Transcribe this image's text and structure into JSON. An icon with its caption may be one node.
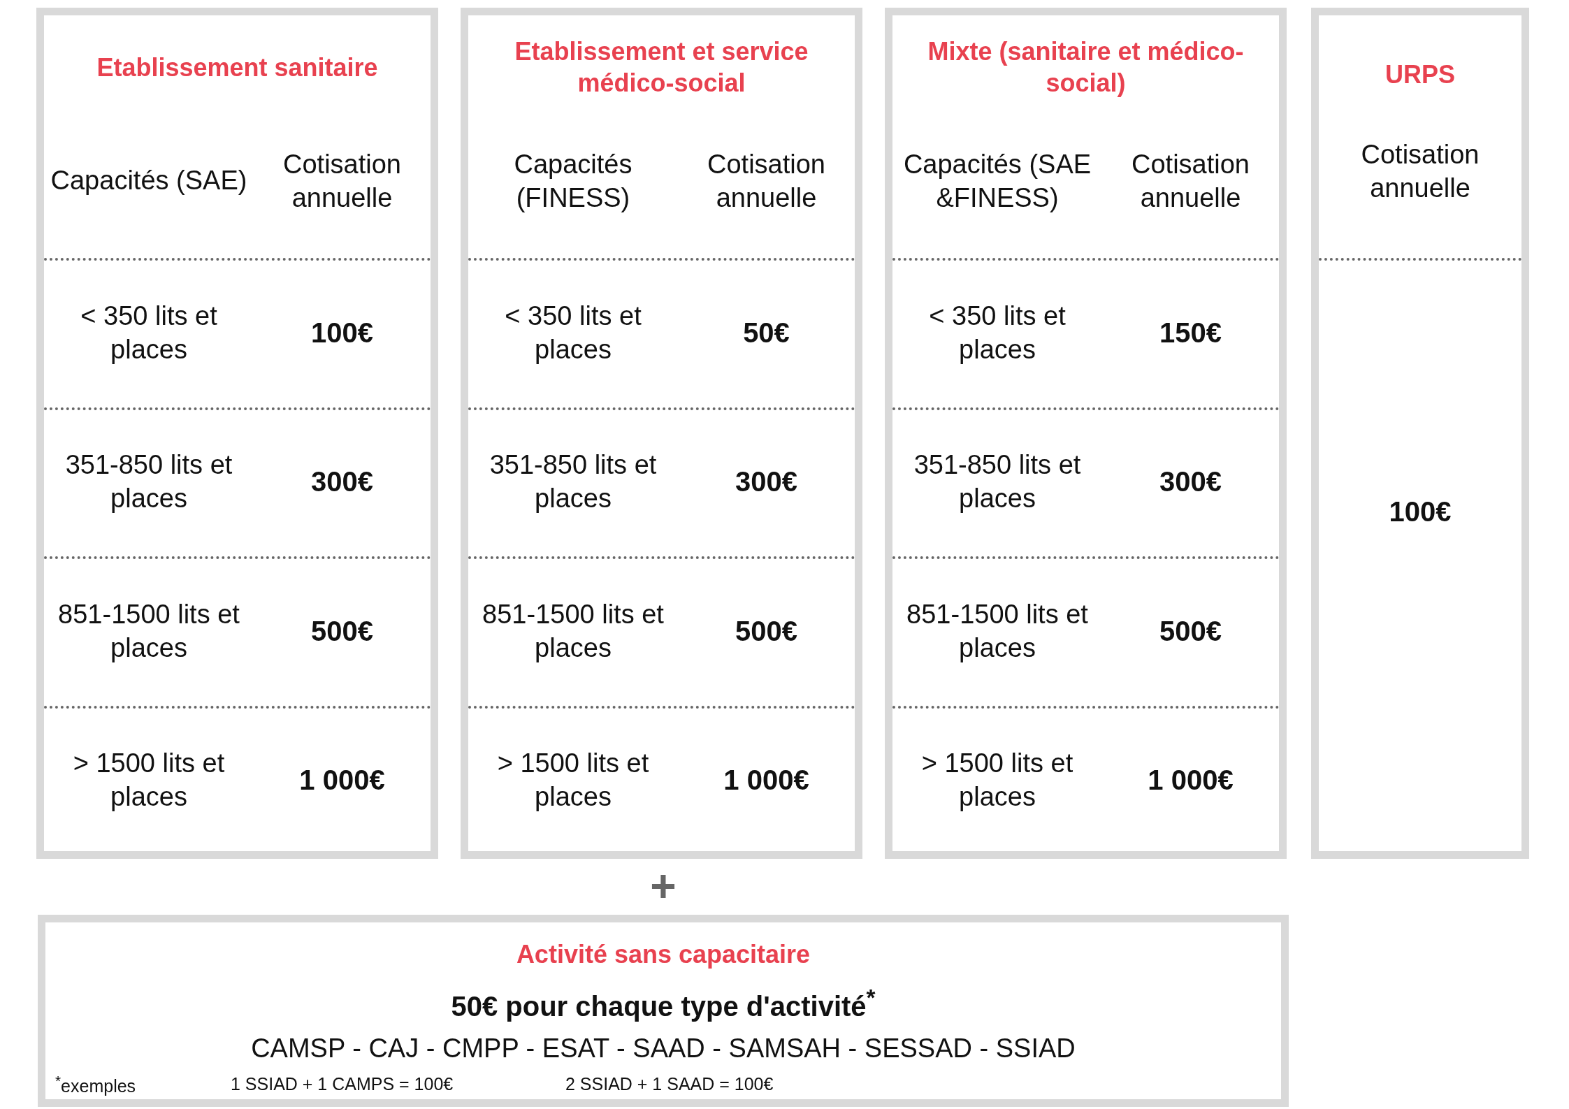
{
  "diagram": {
    "nodes": [
      {
        "text": [
          "Etablissement sanitaire",
          "Capacités (SAE)",
          "Cotisation annuelle",
          "< 350 lits et places",
          "100€",
          "351-850 lits et places",
          "300€",
          "851-1500 lits et places",
          "500€",
          "> 1500 lits et places",
          "1 000€"
        ]
      },
      {
        "text": [
          "Etablissement et service médico-social",
          "Capacités (FINESS)",
          "Cotisation annuelle",
          "< 350 lits et places",
          "50€",
          "351-850 lits et places",
          "300€",
          "851-1500 lits et places",
          "500€",
          "> 1500 lits et places",
          "1 000€"
        ]
      },
      {
        "text": [
          "Mixte (sanitaire et médico-social)",
          "Capacités (SAE &FINESS)",
          "Cotisation annuelle",
          "< 350 lits et places",
          "150€",
          "351-850 lits et places",
          "300€",
          "851-1500 lits et places",
          "500€",
          "> 1500 lits et places",
          "1 000€"
        ]
      },
      {
        "text": [
          "URPS",
          "Cotisation annuelle",
          "100€"
        ]
      },
      {
        "text": [
          "Activité sans capacitaire",
          "50€ pour chaque type d'activité$^{*}$",
          "CAMSP - CAJ - CMPP - ESAT - SAAD - SAMSAH - SESSAD - SSIAD",
          "$^{*}$exemples",
          "1 SSIAD + 1 CAMPS = 100€",
          "2 SSIAD + 1 SAAD = 100€"
        ]
      }
    ],
    "labels": [
      "+"
    ]
  }
}
